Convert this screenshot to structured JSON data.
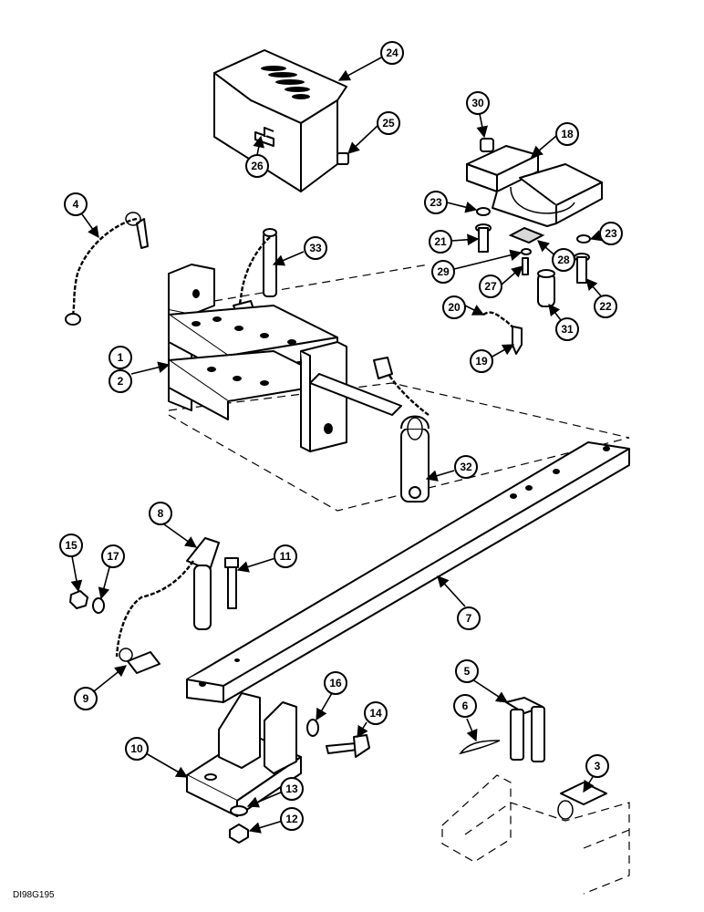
{
  "drawing_code": "DI98G195",
  "callouts": [
    "1",
    "2",
    "3",
    "4",
    "5",
    "6",
    "7",
    "8",
    "9",
    "10",
    "11",
    "12",
    "13",
    "14",
    "15",
    "16",
    "17",
    "18",
    "19",
    "20",
    "21",
    "22",
    "23",
    "23",
    "24",
    "25",
    "26",
    "27",
    "28",
    "29",
    "30",
    "31",
    "32",
    "33"
  ]
}
